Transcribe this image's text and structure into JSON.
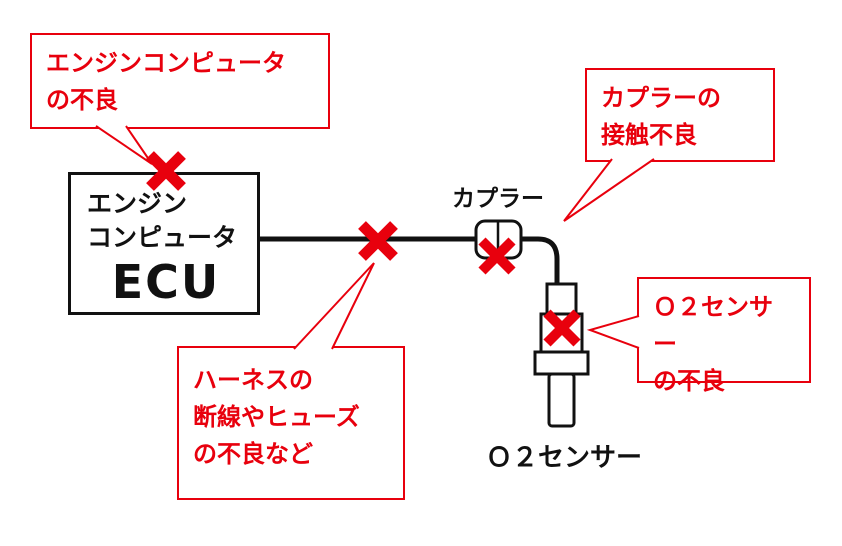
{
  "colors": {
    "fault_red": "#e8000d",
    "line_black": "#111111",
    "background": "#ffffff"
  },
  "callouts": {
    "ecu_fault": {
      "lines": [
        "エンジンコンピュータ",
        "の不良"
      ]
    },
    "coupler_fault": {
      "lines": [
        "カプラーの",
        "接触不良"
      ]
    },
    "sensor_fault": {
      "lines": [
        "Ｏ２センサー",
        "の不良"
      ]
    },
    "harness_fault": {
      "lines": [
        "ハーネスの",
        "断線やヒューズ",
        "の不良など"
      ]
    }
  },
  "ecu_box": {
    "line1": "エンジン",
    "line2": "コンピュータ",
    "acronym": "ECU"
  },
  "labels": {
    "coupler": "カプラー",
    "sensor": "Ｏ２センサー"
  },
  "fault_points": [
    "ecu",
    "harness",
    "coupler",
    "sensor"
  ]
}
